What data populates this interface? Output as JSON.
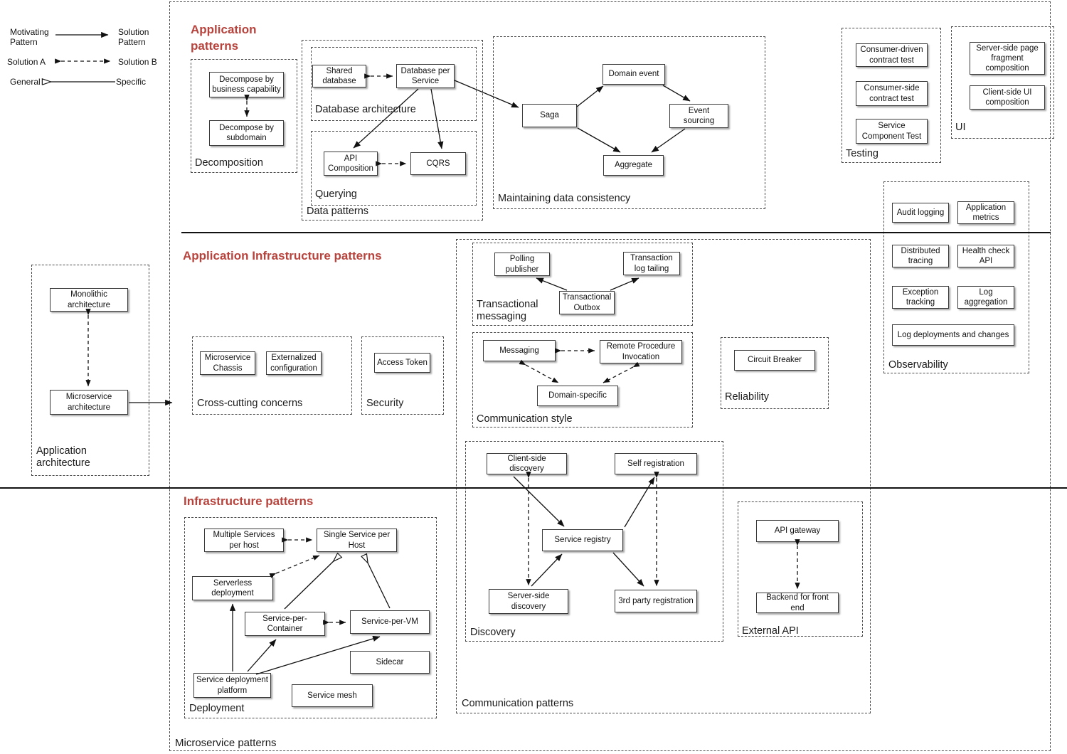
{
  "legend": {
    "rows": [
      {
        "from": "Motivating\nPattern",
        "to": "Solution\nPattern",
        "style": "solid-arrow"
      },
      {
        "from": "Solution A",
        "to": "Solution B",
        "style": "dashed-double-arrow"
      },
      {
        "from": "General",
        "to": "Specific",
        "style": "solid-open-arrow-left"
      }
    ]
  },
  "tiers": [
    {
      "id": "application",
      "title": "Application\npatterns"
    },
    {
      "id": "application-infrastructure",
      "title": "Application Infrastructure patterns"
    },
    {
      "id": "infrastructure",
      "title": "Infrastructure patterns"
    }
  ],
  "groups": {
    "microservice_patterns": "Microservice patterns",
    "data_patterns": "Data patterns",
    "decomposition": "Decomposition",
    "database_architecture": "Database architecture",
    "querying": "Querying",
    "maintaining_data_consistency": "Maintaining data consistency",
    "testing": "Testing",
    "ui": "UI",
    "observability": "Observability",
    "application_architecture": "Application\narchitecture",
    "cross_cutting_concerns": "Cross-cutting concerns",
    "security": "Security",
    "communication_patterns": "Communication patterns",
    "transactional_messaging": "Transactional\nmessaging",
    "communication_style": "Communication style",
    "reliability": "Reliability",
    "discovery": "Discovery",
    "deployment": "Deployment",
    "external_api": "External API"
  },
  "patterns": {
    "decompose_business_capability": "Decompose by\nbusiness capability",
    "decompose_subdomain": "Decompose by\nsubdomain",
    "shared_database": "Shared\ndatabase",
    "database_per_service": "Database per\nService",
    "api_composition": "API\nComposition",
    "cqrs": "CQRS",
    "domain_event": "Domain event",
    "saga": "Saga",
    "event_sourcing": "Event\nsourcing",
    "aggregate": "Aggregate",
    "consumer_driven_contract_test": "Consumer-driven\ncontract test",
    "consumer_side_contract_test": "Consumer-side\ncontract test",
    "service_component_test": "Service\nComponent Test",
    "server_side_page_fragment_composition": "Server-side page\nfragment\ncomposition",
    "client_side_ui_composition": "Client-side  UI\ncomposition",
    "audit_logging": "Audit logging",
    "application_metrics": "Application\nmetrics",
    "distributed_tracing": "Distributed\ntracing",
    "health_check_api": "Health check\nAPI",
    "exception_tracking": "Exception\ntracking",
    "log_aggregation": "Log\naggregation",
    "log_deployments_and_changes": "Log deployments and changes",
    "monolithic_architecture": "Monolithic\narchitecture",
    "microservice_architecture": "Microservice\narchitecture",
    "microservice_chassis": "Microservice\nChassis",
    "externalized_configuration": "Externalized\nconfiguration",
    "access_token": "Access Token",
    "polling_publisher": "Polling\npublisher",
    "transaction_log_tailing": "Transaction\nlog tailing",
    "transactional_outbox": "Transactional\nOutbox",
    "messaging": "Messaging",
    "remote_procedure_invocation": "Remote Procedure\nInvocation",
    "domain_specific": "Domain-specific",
    "circuit_breaker": "Circuit Breaker",
    "client_side_discovery": "Client-side discovery",
    "self_registration": "Self registration",
    "service_registry": "Service registry",
    "server_side_discovery": "Server-side\ndiscovery",
    "third_party_registration": "3rd party registration",
    "multiple_services_per_host": "Multiple Services\nper host",
    "single_service_per_host": "Single Service per\nHost",
    "serverless_deployment": "Serverless\ndeployment",
    "service_per_container": "Service-per-\nContainer",
    "service_per_vm": "Service-per-VM",
    "sidecar": "Sidecar",
    "service_deployment_platform": "Service deployment\nplatform",
    "service_mesh": "Service mesh",
    "api_gateway": "API gateway",
    "backend_for_front_end": "Backend for front end"
  },
  "colors": {
    "tier_title": "#b8433c",
    "box_border": "#3a3a3a",
    "group_border": "#4a4a4a",
    "separator": "#111111",
    "background": "#ffffff"
  }
}
